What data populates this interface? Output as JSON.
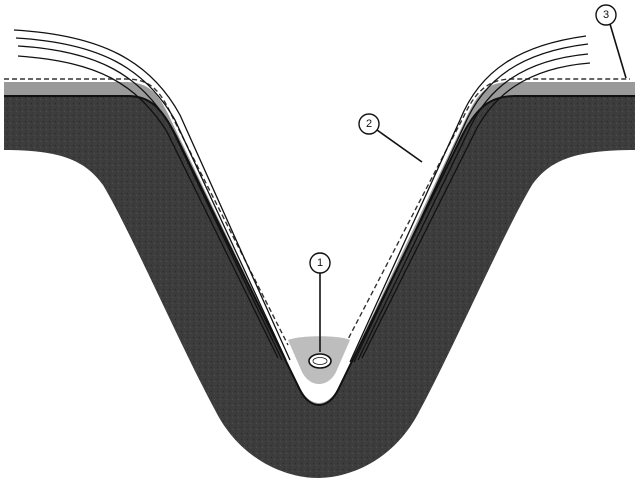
{
  "diagram": {
    "callouts": [
      {
        "id": "1",
        "label": "1"
      },
      {
        "id": "2",
        "label": "2"
      },
      {
        "id": "3",
        "label": "3"
      }
    ]
  },
  "colors": {
    "background": "#ffffff",
    "deep_soil": "#3a3a3a",
    "intermediate_layer": "#9a9a9a",
    "line": "#111111",
    "water": "#bdbdbd"
  }
}
